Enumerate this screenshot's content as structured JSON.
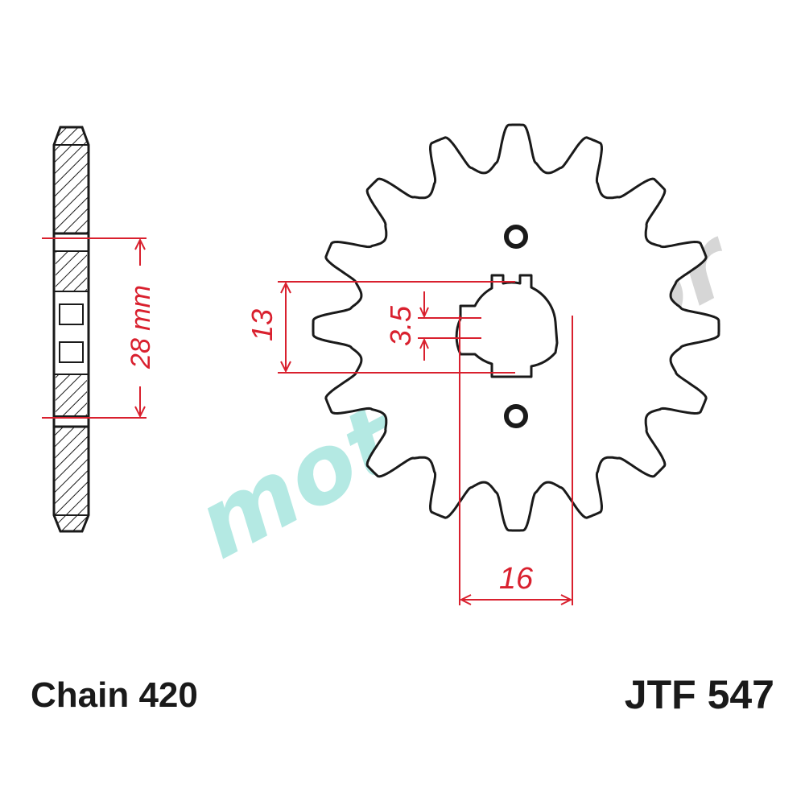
{
  "labels": {
    "chain": "Chain 420",
    "part_number": "JTF 547"
  },
  "dimensions": {
    "pitch_circle": "28 mm",
    "spline_height": "13",
    "key_width": "3.5",
    "bore": "16"
  },
  "watermark": {
    "part_a": "moto",
    "part_b": "2door"
  },
  "sprocket": {
    "teeth": 16,
    "bolt_holes": 2
  },
  "colors": {
    "outline": "#1a1a1a",
    "dimension": "#d9202e",
    "hatch": "#1a1a1a",
    "watermark_a": "#a8e6df",
    "watermark_b": "#cfcfcf"
  }
}
